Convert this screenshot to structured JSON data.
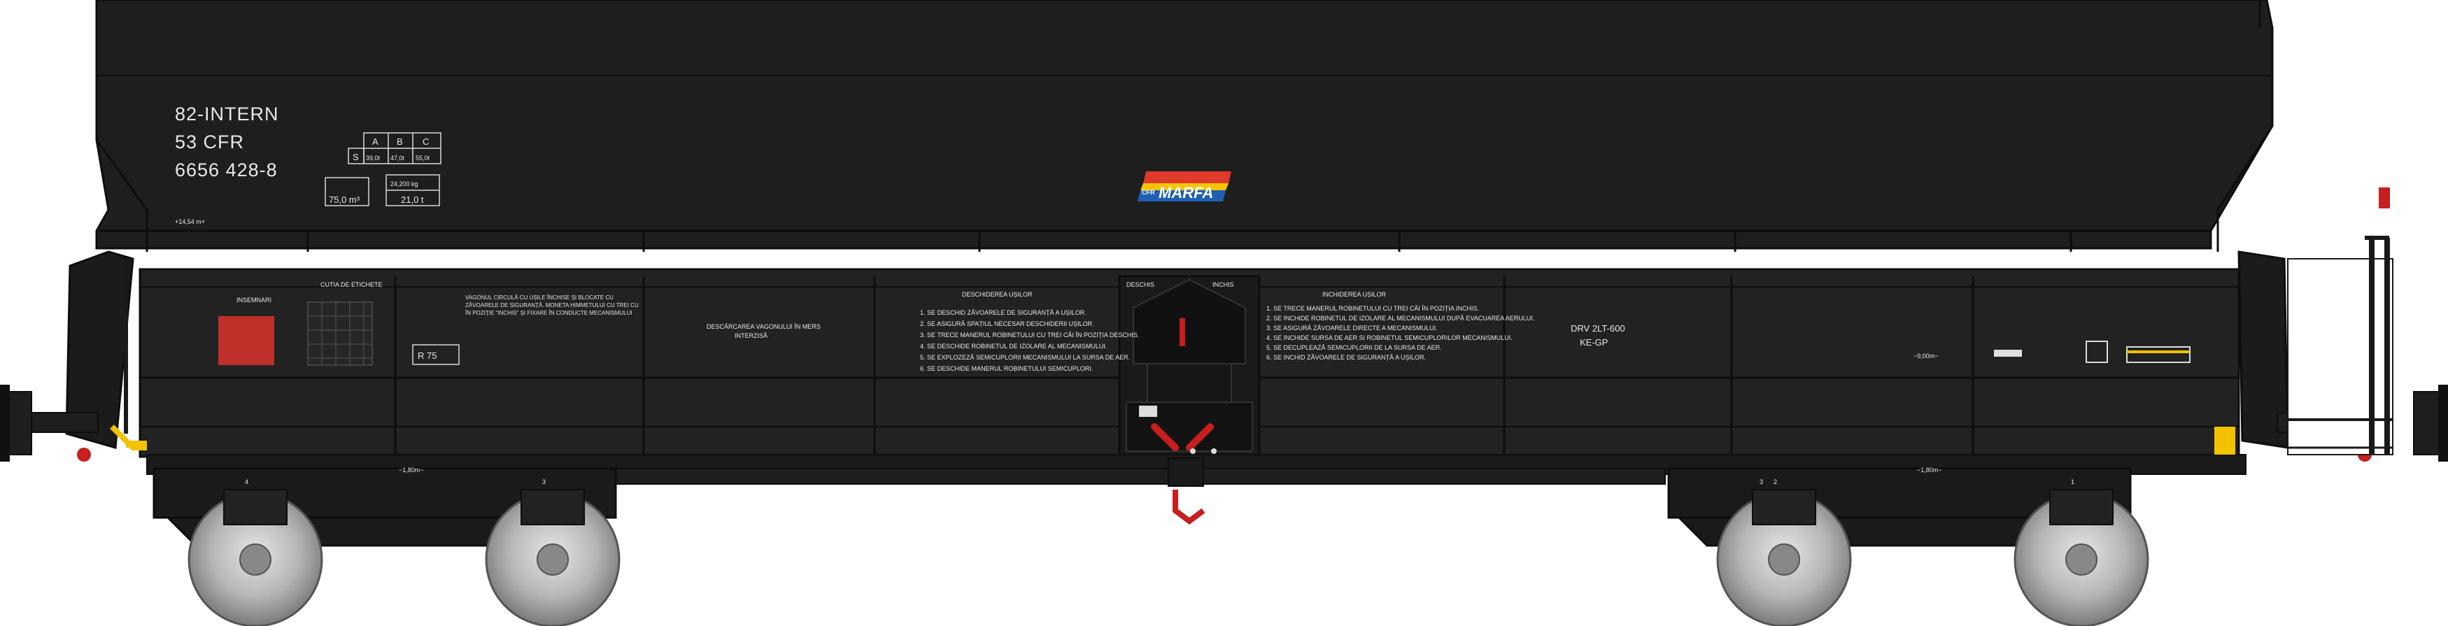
{
  "wagon_marking": {
    "line1": "82-INTERN",
    "line2": "53 CFR",
    "line3": "6656 428-8"
  },
  "load_table": {
    "headers": [
      "A",
      "B",
      "C"
    ],
    "row_label": "S",
    "values": [
      "39,0t",
      "47,0t",
      "55,0t"
    ],
    "volume": "75,0 m³",
    "capacity_top": "24,200 kg",
    "capacity_bottom": "21,0 t"
  },
  "length_note": "+14,54 m+",
  "logo": {
    "text": "MARFA",
    "prefix": "CFR",
    "colors": [
      "#e03a2b",
      "#f5c400",
      "#1f5fb4"
    ]
  },
  "panels": {
    "title_left": "INSEMNARI",
    "title_label": "CUTIA DE ETICHETE",
    "vehicle_text": "VAGONUL CIRCULĂ CU UȘILE ÎNCHISE ȘI BLOCATE CU ZĂVOARELE DE SIGURANȚĂ. MONETA HIMMETULUI CU TREI CU ÎN POZIȚIE \"INCHIS\" ȘI FIXARE ÎN CONDUCTE MECANISMULUI",
    "speed_mark": "R 75",
    "unload_note_1": "DESCĂRCAREA VAGONULUI ÎN MERS",
    "unload_note_2": "INTERZISĂ",
    "open_title": "DESCHIDEREA UȘILOR",
    "open_steps": [
      "1. SE DESCHID ZĂVOARELE DE SIGURANȚĂ A UȘILOR.",
      "2. SE ASIGURĂ SPAȚIUL NECESAR DESCHIDERII UȘILOR.",
      "3. SE TRECE MANERUL ROBINETULUI CU TREI CĂI ÎN POZIȚIA DESCHIS.",
      "4. SE DESCHIDE ROBINETUL DE IZOLARE AL MECANISMULUI.",
      "5. SE EXPLOZEZĂ SEMICUPLORII MECANISMULUI LA SURSA DE AER.",
      "6. SE DESCHIDE MANERUL ROBINETULUI SEMICUPLORI."
    ],
    "deschis": "DESCHIS",
    "inchis": "INCHIS",
    "close_title": "INCHIDEREA UȘILOR",
    "close_steps": [
      "1. SE TRECE MANERUL ROBINETULUI CU TREI CĂI ÎN POZIȚIA INCHIS.",
      "2. SE INCHIDE ROBINETUL DE IZOLARE AL MECANISMULUI DUPĂ EVACUAREA AERULUI.",
      "3. SE ASIGURĂ ZĂVOARELE DIRECTE A MECANISMULUI.",
      "4. SE INCHIDE SURSA DE AER SI ROBINETUL SEMICUPLORILOR MECANISMULUI.",
      "5. SE DECUPLEAZĂ SEMICUPLORII DE LA SURSA DE AER.",
      "6. SE INCHID ZĂVOARELE DE SIGURANȚĂ A UȘILOR."
    ],
    "brake_code_1": "DRV 2LT-600",
    "brake_code_2": "KE-GP",
    "wheelbase_note": "~9,00m~"
  },
  "bogie": {
    "left_dist": "~1,80m~",
    "right_dist": "~1,80m~",
    "axle_numbers": [
      "4",
      "3",
      "2",
      "1"
    ]
  },
  "colors": {
    "body": "#1e1e1e",
    "body_light": "#2a2a2a",
    "line": "#0d0d0d",
    "red_panel": "#c0302b",
    "accent_yellow": "#f2c200",
    "accent_red": "#c81e1e",
    "wheel": "#b9b9b9"
  }
}
